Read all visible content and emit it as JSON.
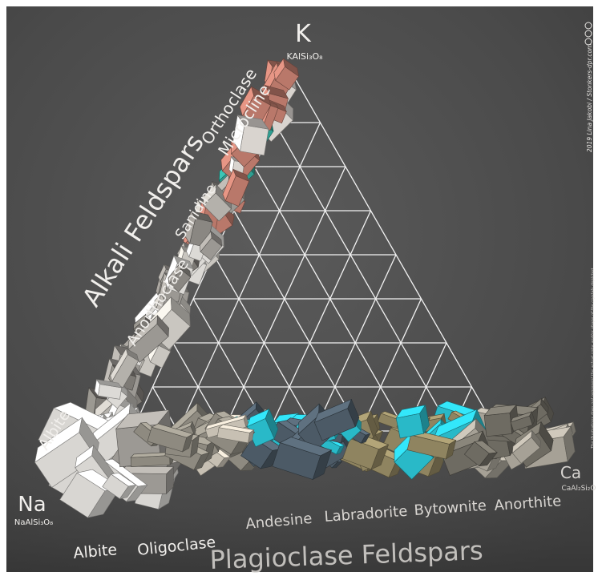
{
  "vertices": {
    "k": {
      "symbol": "K",
      "formula": "KAlSi₃O₈"
    },
    "na": {
      "symbol": "Na",
      "formula": "NaAlSi₃O₈"
    },
    "ca": {
      "symbol": "Ca",
      "formula": "CaAl₂Si₂O"
    }
  },
  "series_titles": {
    "alkali": "Alkali Feldspars",
    "plagioclase": "Plagioclase Feldspars"
  },
  "alkali_minerals": [
    "Orthoclase",
    "Microcline",
    "Sanidine",
    "Anorthoclase",
    "Albite"
  ],
  "plagioclase_minerals": [
    "Albite",
    "Oligoclase",
    "Andesine",
    "Labradorite",
    "Bytownite",
    "Anorthite"
  ],
  "credit": "2019 Lina Jakobi / Stonkers-dpr.com",
  "note": "The illustrations does not represent the actual color and/or shape of the crystals depicted",
  "colors": {
    "background": "#4f4f4f",
    "grid": "#f3f3f3",
    "label": "#f1efec",
    "orthoclase_crystal": "#b9786a",
    "amazonite_crystal": "#2f9e91",
    "labradorite_flash": "#29b9c8",
    "bytownite_crystal": "#8f8460"
  }
}
